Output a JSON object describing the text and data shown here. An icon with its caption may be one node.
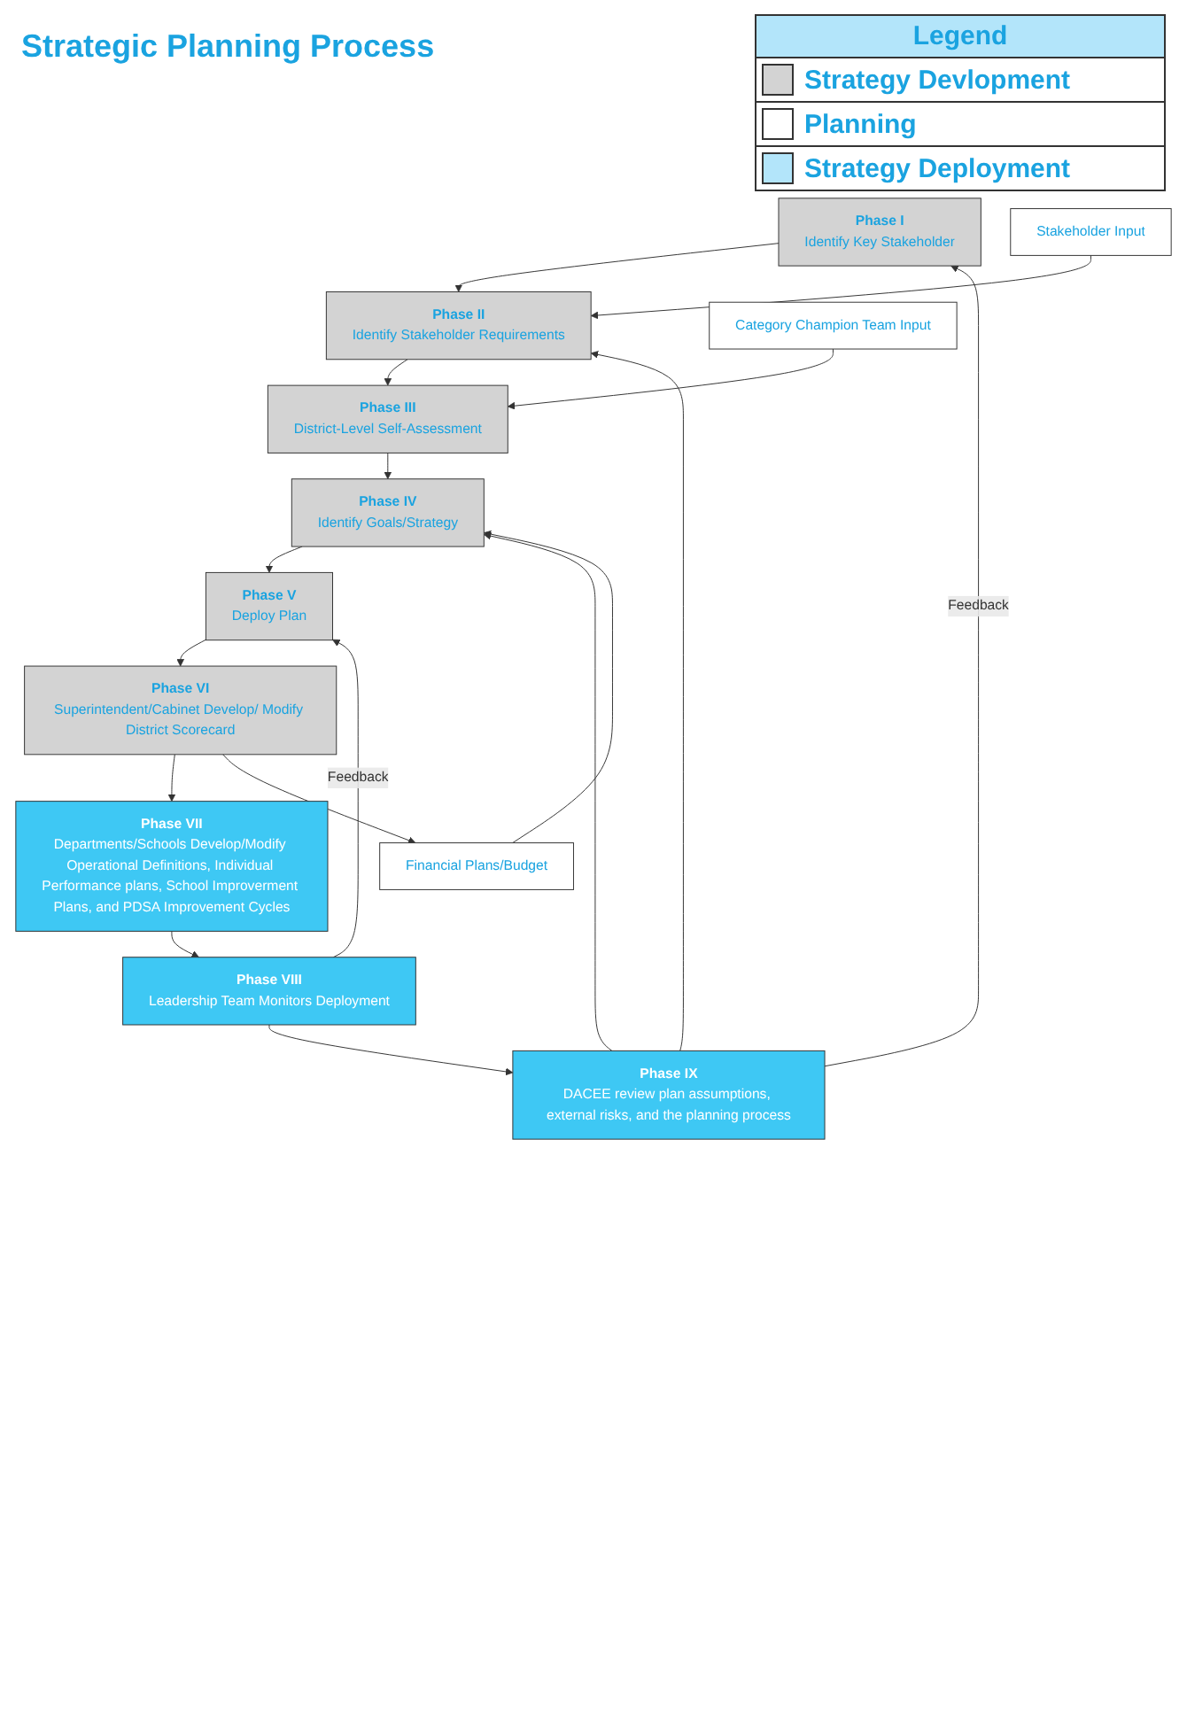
{
  "diagram": {
    "title": "Strategic Planning Process",
    "nodes": [
      {
        "text": [
          "Phase I",
          "Identify Key Stakeholder"
        ]
      },
      {
        "text": [
          "Phase II",
          "Identify Stakeholder Requirements"
        ]
      },
      {
        "text": [
          "Phase III",
          "District-Level Self-Assessment"
        ]
      },
      {
        "text": [
          "Phase IV",
          "Identify Goals/Strategy"
        ]
      },
      {
        "text": [
          "Phase V",
          "Deploy Plan"
        ]
      },
      {
        "text": [
          "Phase VI",
          "Superintendent/Cabinet Develop/ Modify District Scorecard"
        ]
      },
      {
        "text": [
          "Phase VII",
          "Departments/Schools Develop/Modify Operational Definitions, Individual Performance plans, School Improverment Plans, and PDSA Improvement Cycles"
        ]
      },
      {
        "text": [
          "Phase VIII",
          "Leadership Team Monitors Deployment"
        ]
      },
      {
        "text": [
          "Phase IX",
          "DACEE review plan assumptions, external risks, and the planning process"
        ]
      },
      {
        "text": [
          "Stakeholder Input"
        ]
      },
      {
        "text": [
          "Category Champion Team Input"
        ]
      },
      {
        "text": [
          "Financial Plans/Budget"
        ]
      }
    ],
    "edges": [
      {
        "from": 0,
        "to": 1,
        "arrow": "to"
      },
      {
        "from": 1,
        "to": 2,
        "arrow": "to"
      },
      {
        "from": 2,
        "to": 3,
        "arrow": "to"
      },
      {
        "from": 3,
        "to": 4,
        "arrow": "to"
      },
      {
        "from": 4,
        "to": 5,
        "arrow": "to"
      },
      {
        "from": 5,
        "to": 6,
        "arrow": "to"
      },
      {
        "from": 6,
        "to": 7,
        "arrow": "to"
      },
      {
        "from": 7,
        "to": 8,
        "arrow": "to"
      },
      {
        "from": 9,
        "to": 1,
        "arrow": "to"
      },
      {
        "from": 10,
        "to": 2,
        "arrow": "to"
      },
      {
        "from": 5,
        "to": 11,
        "arrow": "to"
      },
      {
        "from": 11,
        "to": 3,
        "arrow": "to"
      },
      {
        "from": 7,
        "to": 4,
        "arrow": "to",
        "label": "Feedback"
      },
      {
        "from": 8,
        "to": 0,
        "arrow": "to",
        "label": "Feedback"
      },
      {
        "from": 8,
        "to": 1,
        "arrow": "to"
      },
      {
        "from": 8,
        "to": 3,
        "arrow": "to"
      }
    ],
    "labels": [
      "Legend"
    ],
    "legend": [
      {
        "text": "Strategy Devlopment",
        "color": "#d3d3d3"
      },
      {
        "text": "Planning",
        "color": "#ffffff"
      },
      {
        "text": "Strategy Deployment",
        "color": "#b3e5fa"
      }
    ]
  }
}
